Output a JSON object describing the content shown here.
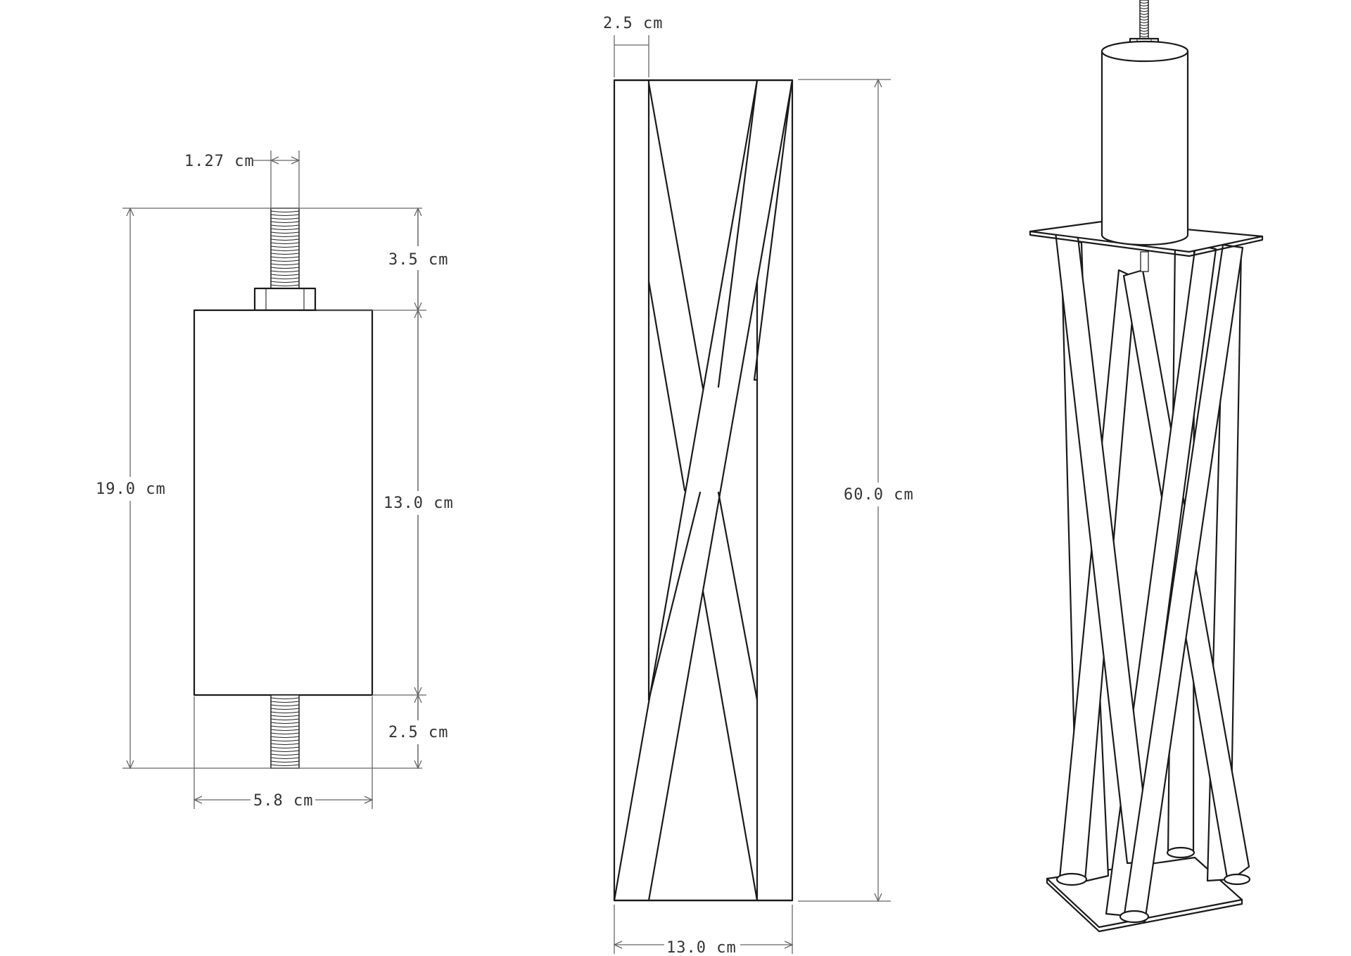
{
  "views": {
    "holder_front": {
      "dim_thread_diameter": "1.27 cm",
      "dim_top_thread": "3.5 cm",
      "dim_overall_height": "19.0 cm",
      "dim_holder_body_height": "13.0 cm",
      "dim_bottom_thread": "2.5 cm",
      "dim_holder_width": "5.8 cm"
    },
    "stand_front": {
      "dim_leg_width": "2.5 cm",
      "dim_stand_height": "60.0 cm",
      "dim_stand_width": "13.0 cm"
    },
    "stand_perspective": {}
  },
  "colors": {
    "line": "#1a1a1a",
    "dimension_line": "#666666",
    "background": "#ffffff"
  }
}
